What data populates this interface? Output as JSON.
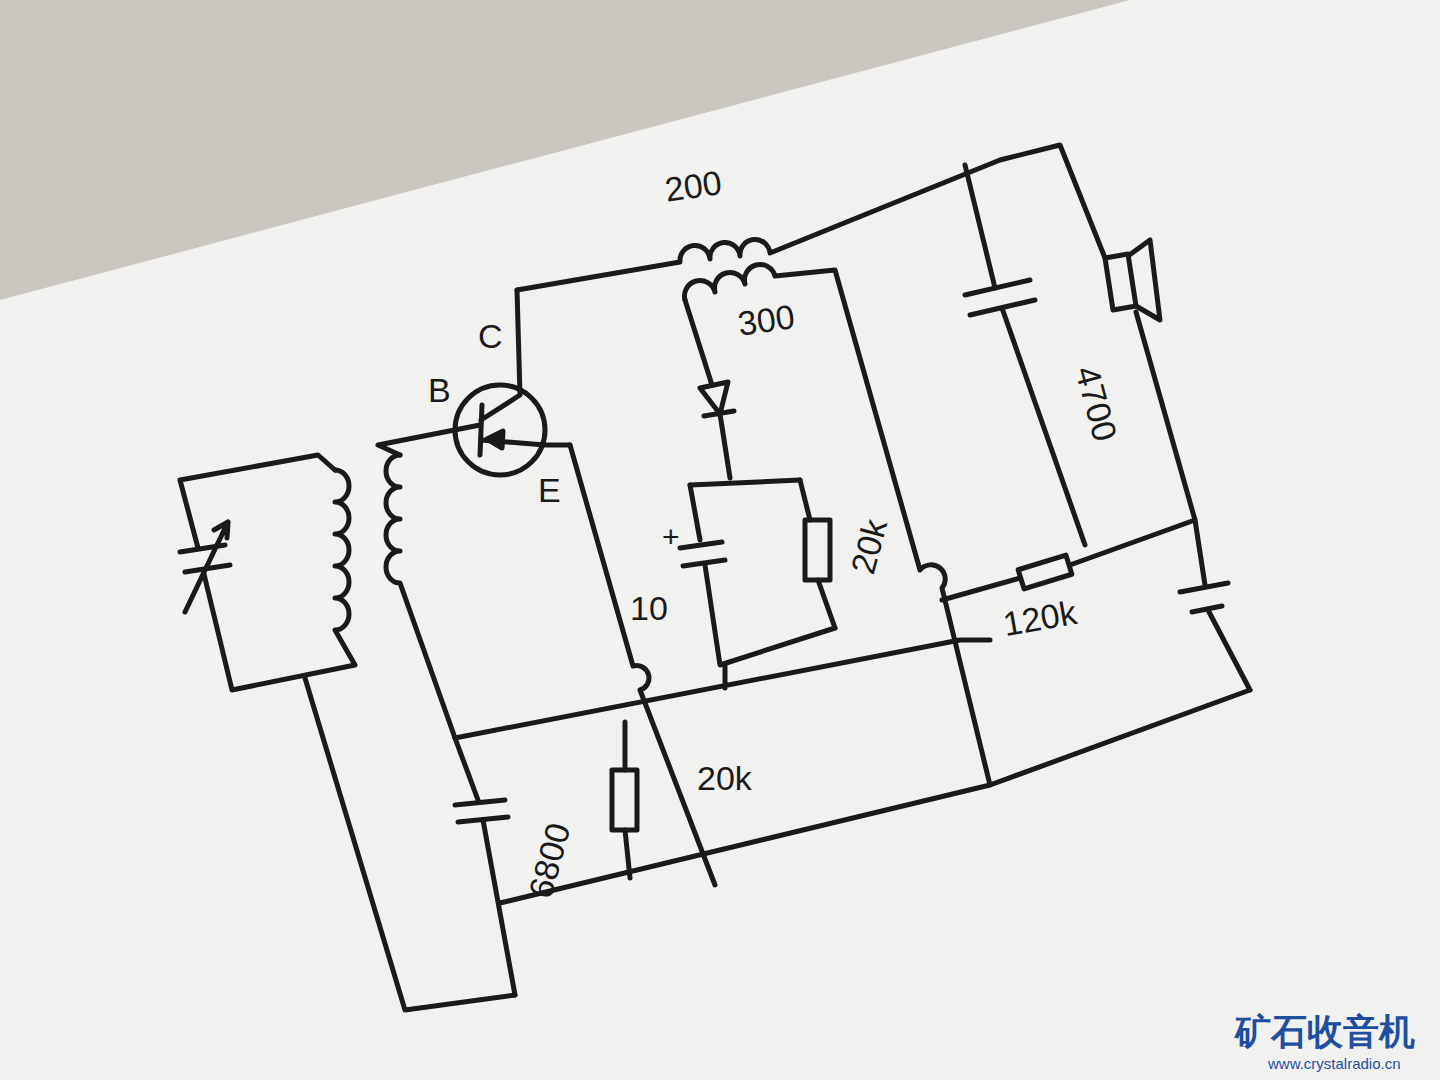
{
  "diagram": {
    "labels": [
      "200",
      "300",
      "C",
      "B",
      "E",
      "+",
      "20k",
      "4700",
      "10",
      "120k",
      "20k",
      "6800",
      "矿石收音机",
      "www.crystalradio.cn"
    ]
  }
}
